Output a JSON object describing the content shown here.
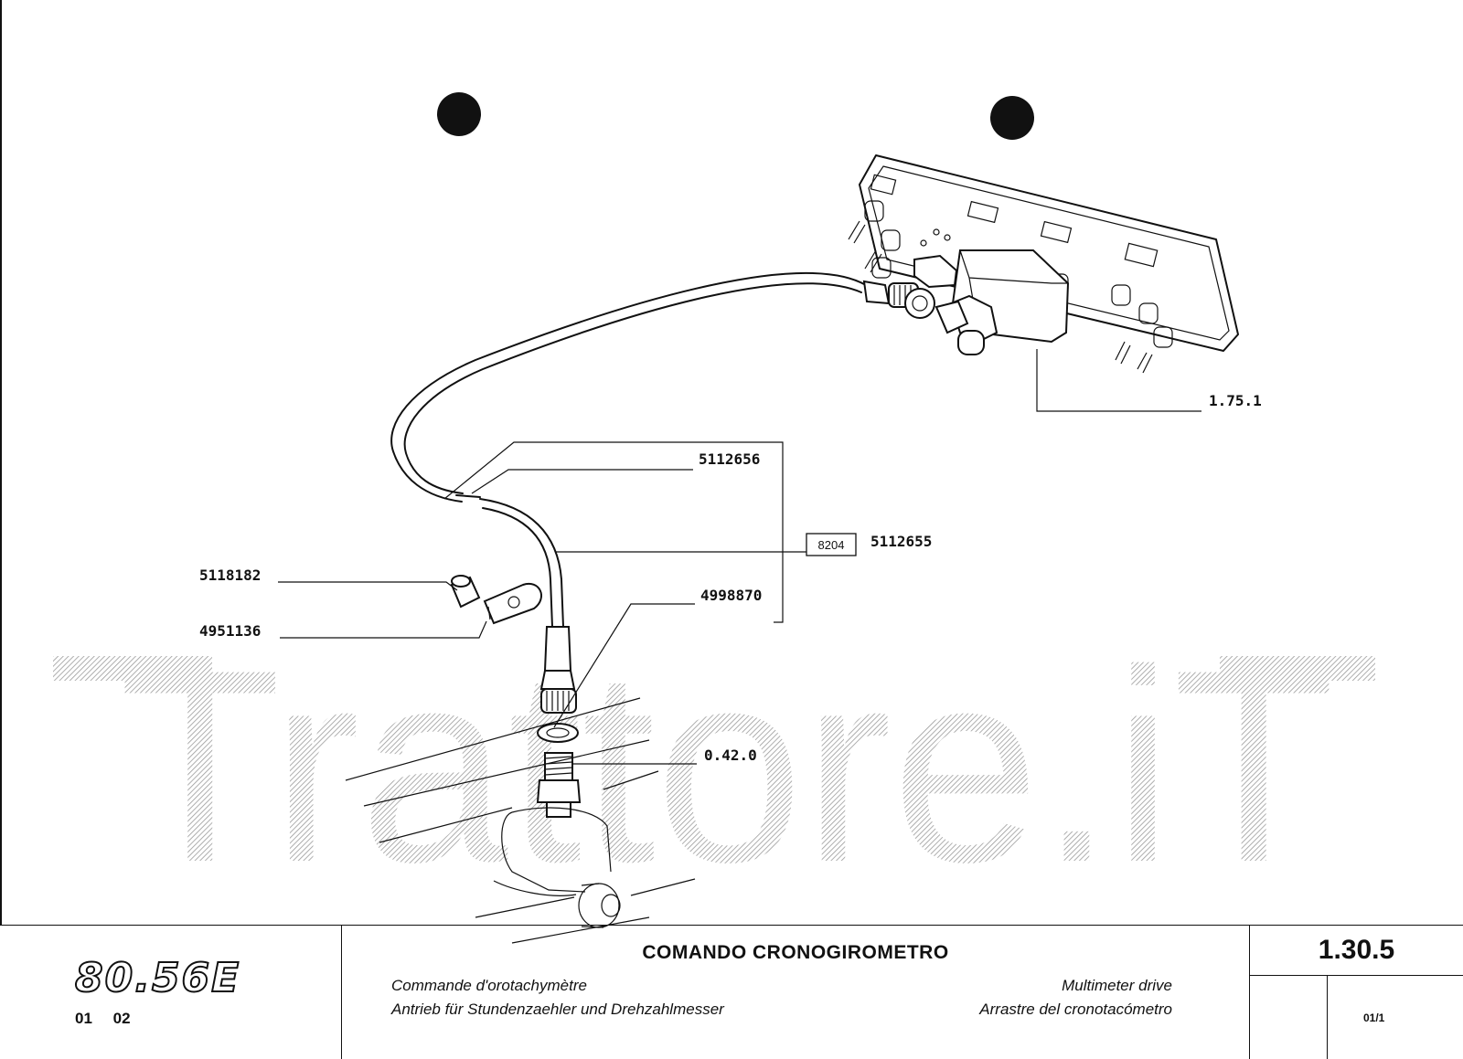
{
  "diagram": {
    "watermark": "Trattore.iT",
    "parts": [
      {
        "ref": "1.75.1"
      },
      {
        "ref": "5112656"
      },
      {
        "ref": "5112655",
        "box": "8204"
      },
      {
        "ref": "5118182"
      },
      {
        "ref": "4951136"
      },
      {
        "ref": "4998870"
      },
      {
        "ref": "0.42.0"
      }
    ]
  },
  "title_block": {
    "model": "80.56E",
    "revisions": [
      "01",
      "02"
    ],
    "title": "COMANDO CRONOGIROMETRO",
    "subtitle_fr": "Commande d'orotachymètre",
    "subtitle_de": "Antrieb für Stundenzaehler und Drehzahlmesser",
    "subtitle_en": "Multimeter drive",
    "subtitle_es": "Arrastre del cronotacómetro",
    "page_ref": "1.30.5",
    "sheet": "01/1"
  }
}
